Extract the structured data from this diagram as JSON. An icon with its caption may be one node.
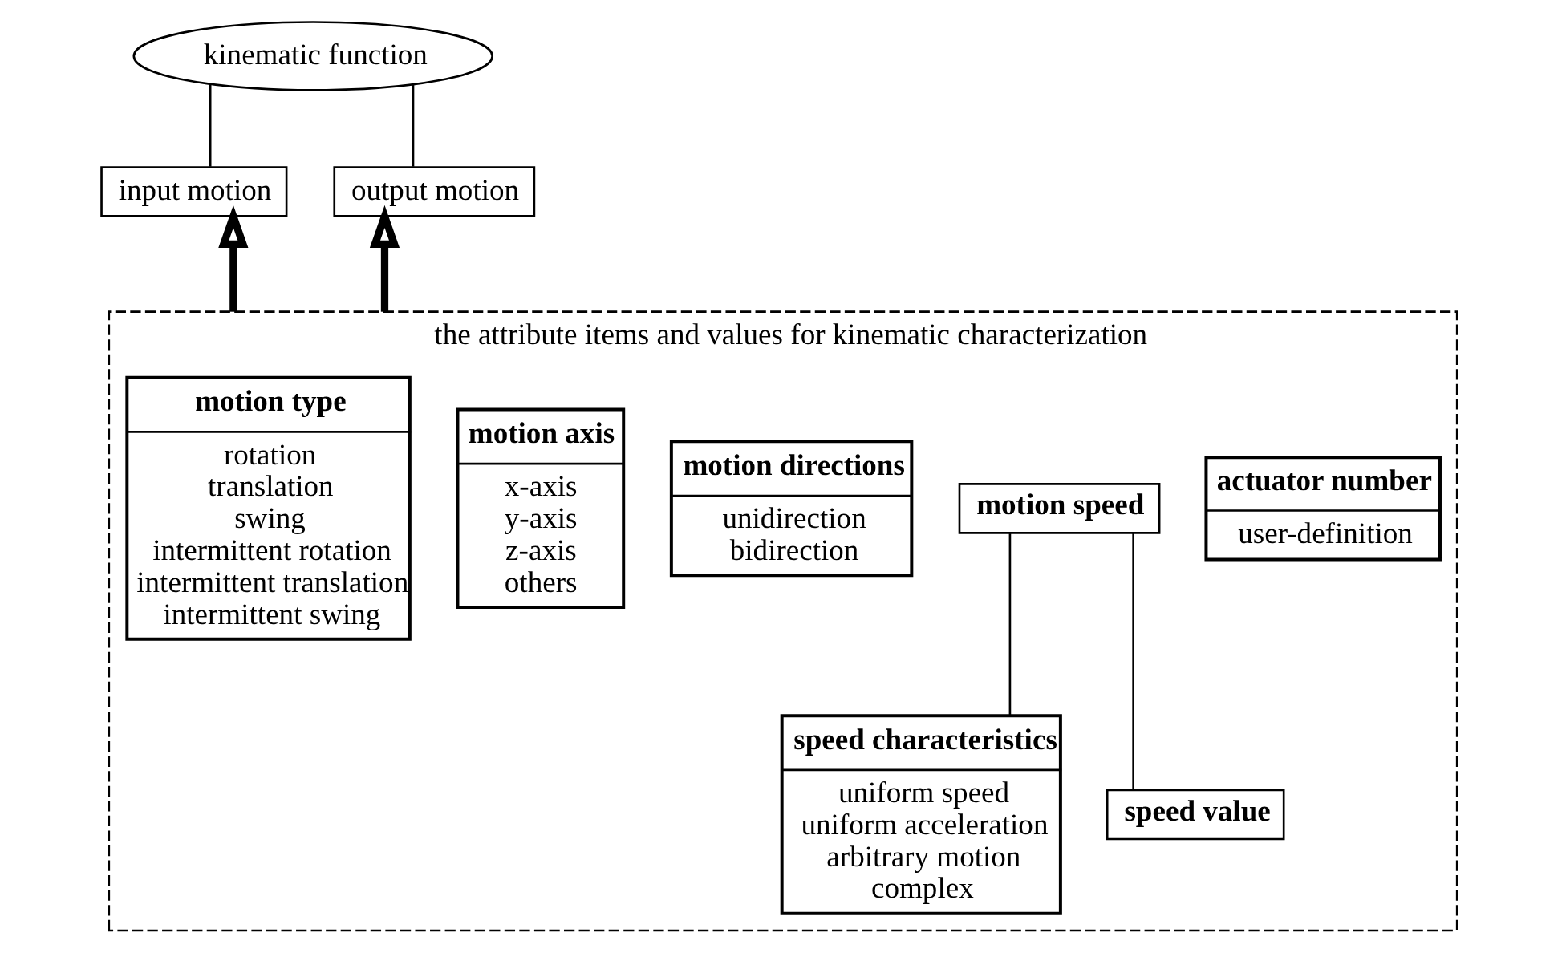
{
  "diagram": {
    "nodes": [
      {
        "text": [
          "kinematic function"
        ]
      },
      {
        "text": [
          "input motion"
        ]
      },
      {
        "text": [
          "output motion"
        ]
      },
      {
        "text": [
          "the attribute items and values for kinematic characterization"
        ]
      },
      {
        "text": [
          "motion type",
          "rotation",
          "translation",
          "swing",
          "intermittent rotation",
          "intermittent translation",
          "intermittent swing"
        ],
        "in": 3
      },
      {
        "text": [
          "motion axis",
          "x-axis",
          "y-axis",
          "z-axis",
          "others"
        ],
        "in": 3
      },
      {
        "text": [
          "motion directions",
          "unidirection",
          "bidirection"
        ],
        "in": 3
      },
      {
        "text": [
          "motion speed"
        ],
        "in": 3
      },
      {
        "text": [
          "actuator number",
          "user-definition"
        ],
        "in": 3
      },
      {
        "text": [
          "speed characteristics",
          "uniform speed",
          "uniform acceleration",
          "arbitrary motion",
          "complex"
        ],
        "in": 3
      },
      {
        "text": [
          "speed value"
        ],
        "in": 3
      }
    ],
    "edges": [
      {
        "from": 0,
        "to": 1,
        "arrow": "none"
      },
      {
        "from": 0,
        "to": 2,
        "arrow": "none"
      },
      {
        "from": 3,
        "to": 1,
        "arrow": "to",
        "style": "thick"
      },
      {
        "from": 3,
        "to": 2,
        "arrow": "to",
        "style": "thick"
      },
      {
        "from": 7,
        "to": 9,
        "arrow": "none"
      },
      {
        "from": 7,
        "to": 10,
        "arrow": "none"
      }
    ]
  }
}
